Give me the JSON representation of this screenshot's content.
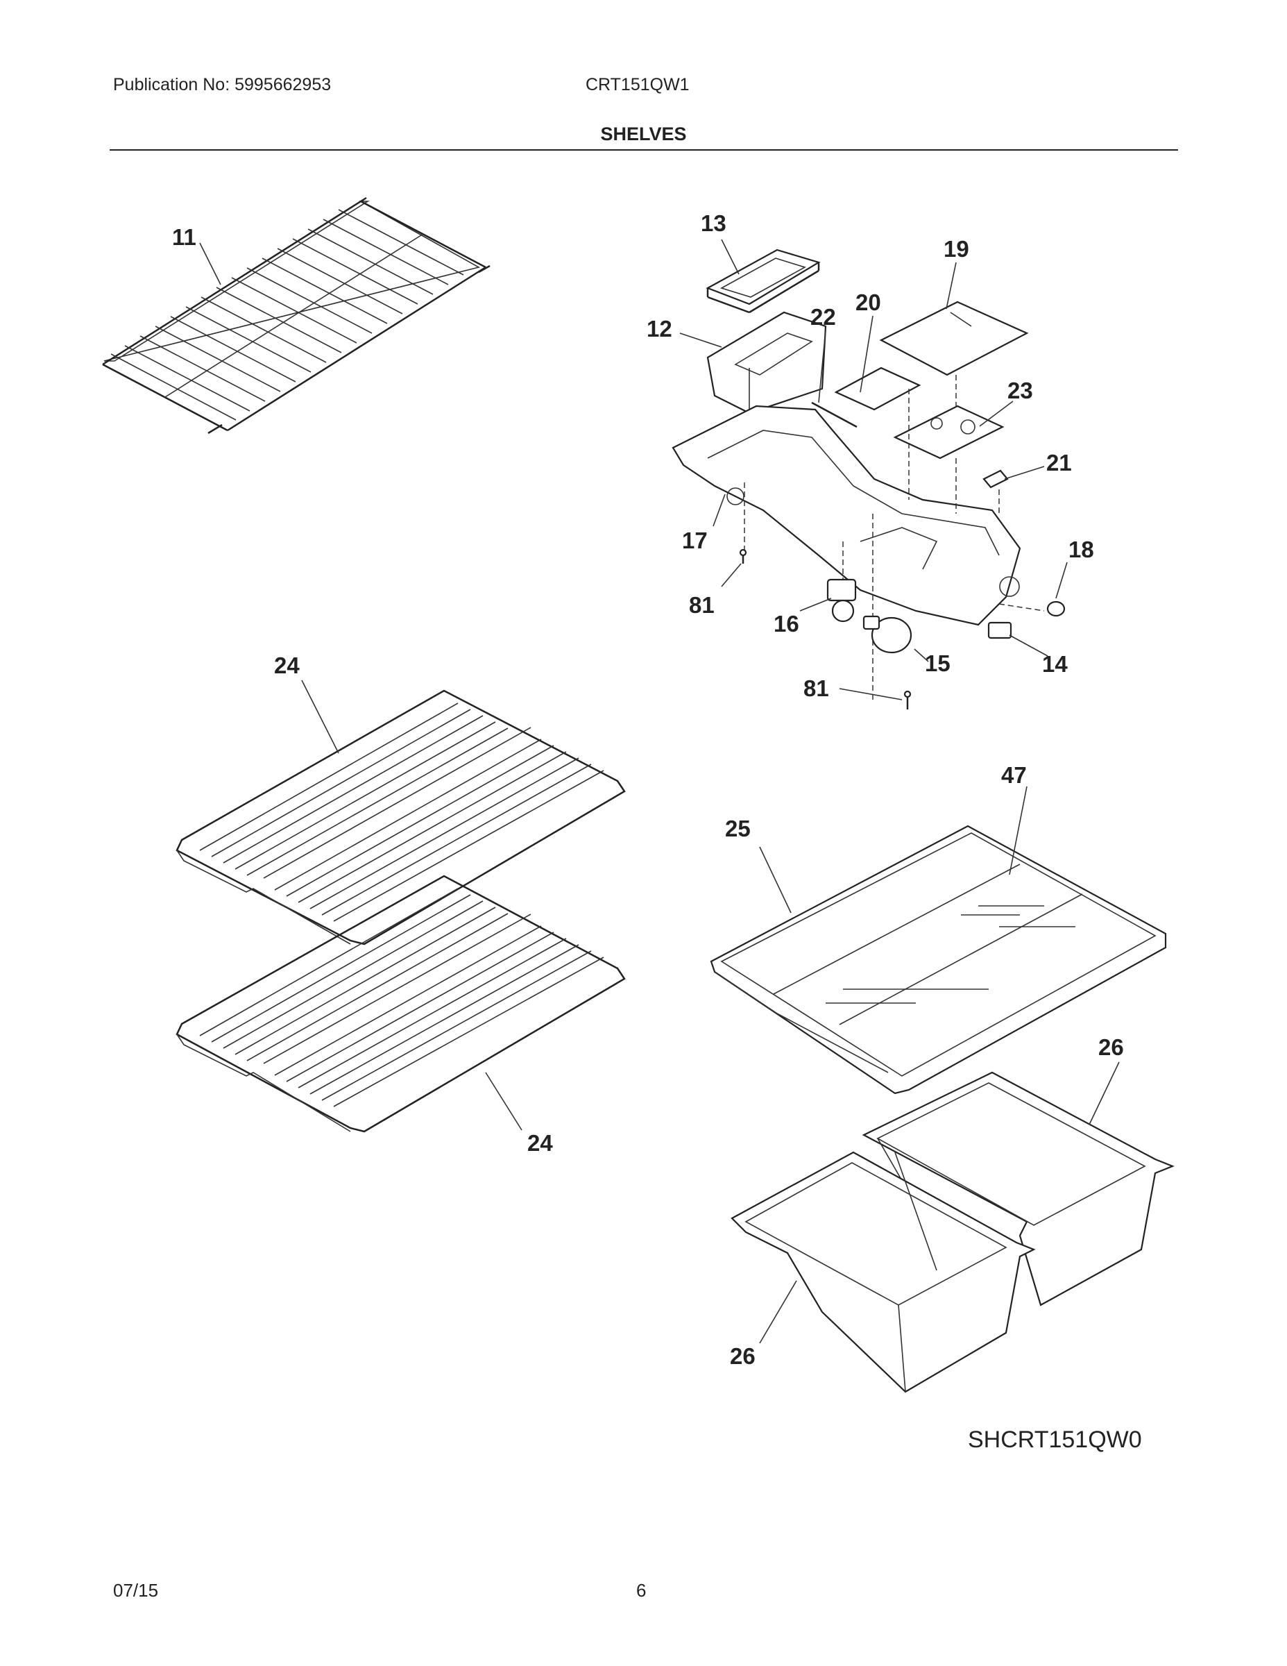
{
  "header": {
    "publication": "Publication No:  5995662953",
    "model": "CRT151QW1",
    "title": "SHELVES"
  },
  "callouts": {
    "c11": "11",
    "c13": "13",
    "c19": "19",
    "c12": "12",
    "c22": "22",
    "c20": "20",
    "c23": "23",
    "c21": "21",
    "c17": "17",
    "c18": "18",
    "c81a": "81",
    "c16": "16",
    "c15": "15",
    "c14": "14",
    "c81b": "81",
    "c24a": "24",
    "c47": "47",
    "c25": "25",
    "c26a": "26",
    "c24b": "24",
    "c26b": "26"
  },
  "diagram_code": "SHCRT151QW0",
  "footer": {
    "date": "07/15",
    "page": "6"
  }
}
